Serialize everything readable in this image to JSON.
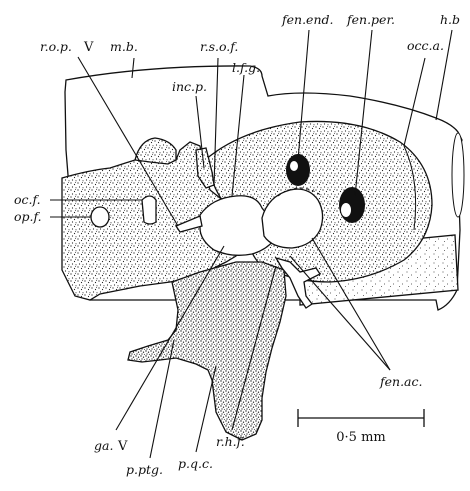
{
  "labels": {
    "rop": "r.o.p.",
    "rop_nerve": "V",
    "mb": "m.b.",
    "inc_p": "inc.p.",
    "rsof": "r.s.o.f.",
    "lfg": "l.f.g.",
    "fen_end": "fen.end.",
    "fen_per": "fen.per.",
    "hb": "h.b",
    "occ_a": "occ.a.",
    "oc_f": "oc.f.",
    "op_f": "op.f.",
    "ga": "ga.",
    "ga_nerve": "V",
    "p_ptg": "p.ptg.",
    "p_qc": "p.q.c.",
    "r_hf": "r.h.f.",
    "fen_ac": "fen.ac."
  },
  "scale_bar": {
    "label": "0·5 mm"
  }
}
